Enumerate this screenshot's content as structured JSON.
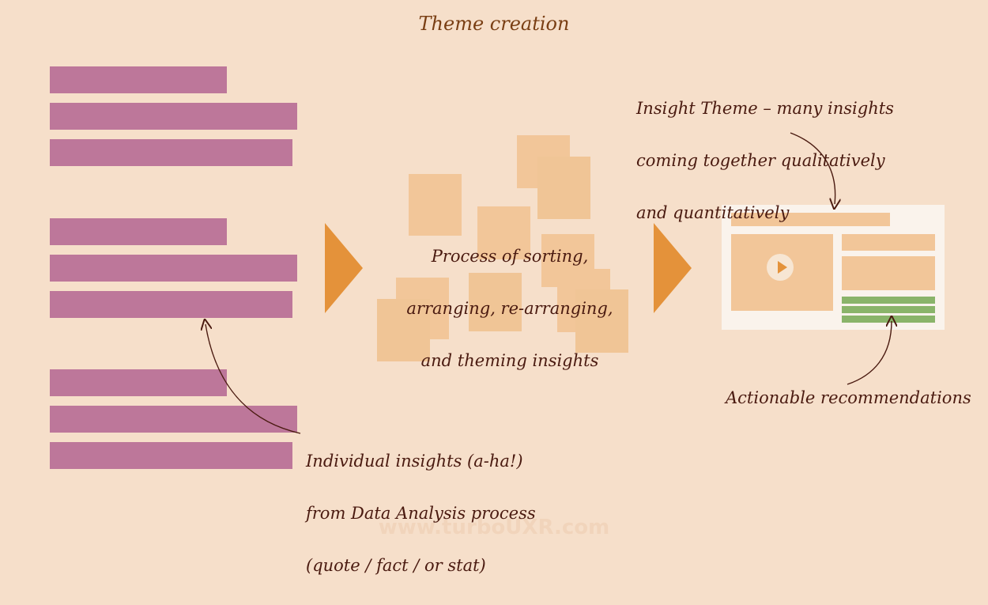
{
  "title": "Theme creation",
  "insights_note": {
    "line1": "Individual insights (a-ha!)",
    "line2": "from Data Analysis process",
    "line3": "(quote / fact / or stat)"
  },
  "process_note": {
    "line1": "Process of sorting,",
    "line2": "arranging, re-arranging,",
    "line3": "and theming insights"
  },
  "theme_note": {
    "line1": "Insight Theme – many insights",
    "line2": "coming together qualitatively",
    "line3": "and  quantitatively"
  },
  "recommendations_note": "Actionable recommendations",
  "watermark": "www.turboUXR.com",
  "colors": {
    "background": "#f6dfca",
    "insight_bar": "#bd779a",
    "sticky_note": "#f2c699",
    "arrow": "#e4923a",
    "recommendation": "#8ab46a",
    "text": "#4a1a10"
  }
}
